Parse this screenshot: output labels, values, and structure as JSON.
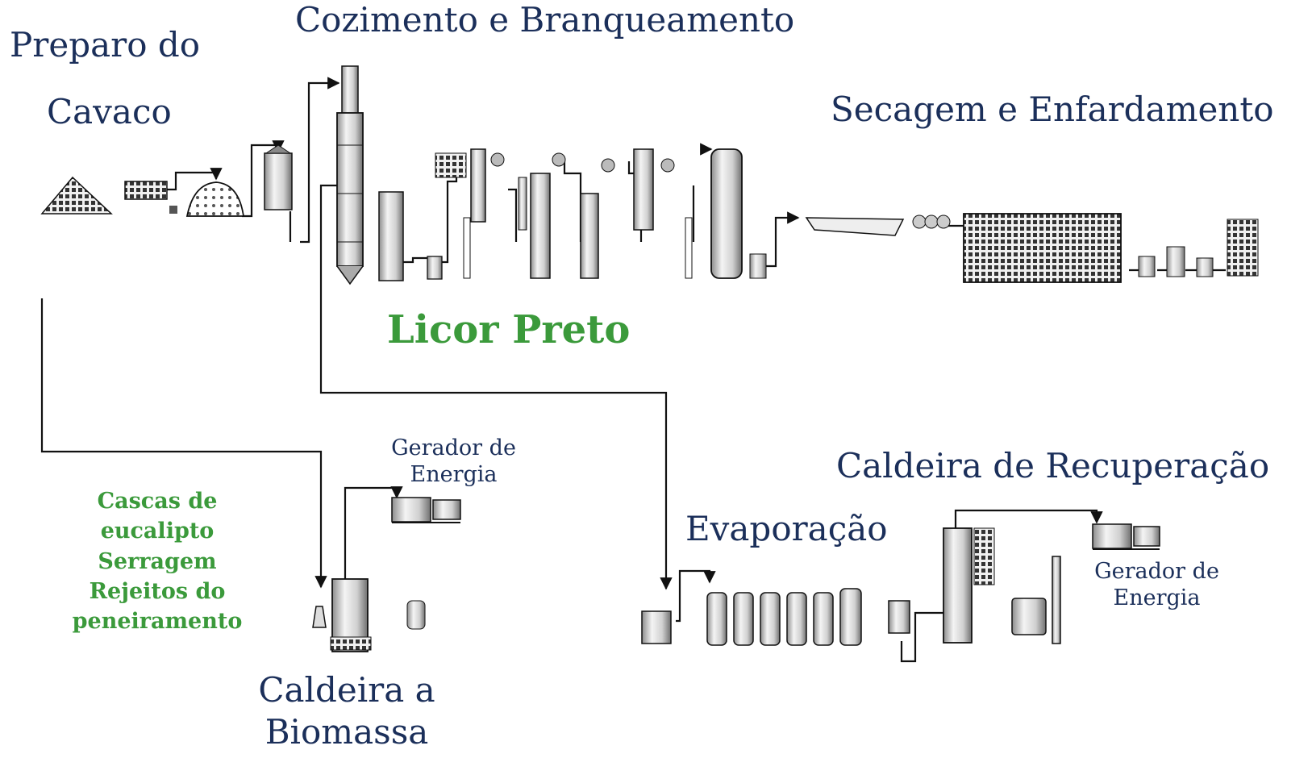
{
  "colors": {
    "heading": "#1b2f5a",
    "highlight": "#3b9a3b",
    "line": "#111111",
    "equipment_fill": "#d9d9d9",
    "equipment_dark": "#3a3a3a"
  },
  "labels": {
    "preparo_line1": "Preparo do",
    "preparo_line2": "Cavaco",
    "cozimento": "Cozimento e Branqueamento",
    "secagem": "Secagem e Enfardamento",
    "licor_preto": "Licor Preto",
    "gerador_1_line1": "Gerador de",
    "gerador_1_line2": "Energia",
    "biomass_inputs": [
      "Cascas de",
      "eucalipto",
      "Serragem",
      "Rejeitos do",
      "peneiramento"
    ],
    "caldeira_recuperacao": "Caldeira de Recuperação",
    "evaporacao": "Evaporação",
    "gerador_2_line1": "Gerador de",
    "gerador_2_line2": "Energia",
    "caldeira_biomassa_line1": "Caldeira a",
    "caldeira_biomassa_line2": "Biomassa"
  },
  "icons": [
    "chip-pile-icon",
    "conveyor-icon",
    "chip-silo-icon",
    "digester-icon",
    "washer-icon",
    "bleaching-tower-icon",
    "paper-machine-icon",
    "dryer-icon",
    "bale-press-icon",
    "boiler-icon",
    "turbine-generator-icon",
    "evaporator-icon",
    "recovery-boiler-icon",
    "stack-icon"
  ]
}
